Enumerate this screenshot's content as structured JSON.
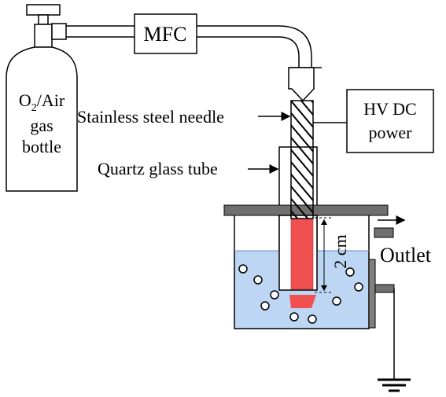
{
  "labels": {
    "bottle_line1_main": "O",
    "bottle_line1_sub": "2",
    "bottle_line1_rest": "/Air",
    "bottle_line2": "gas",
    "bottle_line3": "bottle",
    "mfc": "MFC",
    "needle": "Stainless steel needle",
    "quartz": "Quartz glass tube",
    "hv_line1": "HV DC",
    "hv_line2": "power",
    "outlet": "Outlet",
    "distance": "2 cm"
  },
  "colors": {
    "water": "#bcd6f4",
    "plasma": "#f05050",
    "frame": "#000000",
    "metal": "#6f6f6f",
    "electrode": "#808080"
  },
  "icons": {
    "ground": "ground-icon",
    "arrow": "arrow-icon",
    "bubble": "bubble-icon"
  }
}
